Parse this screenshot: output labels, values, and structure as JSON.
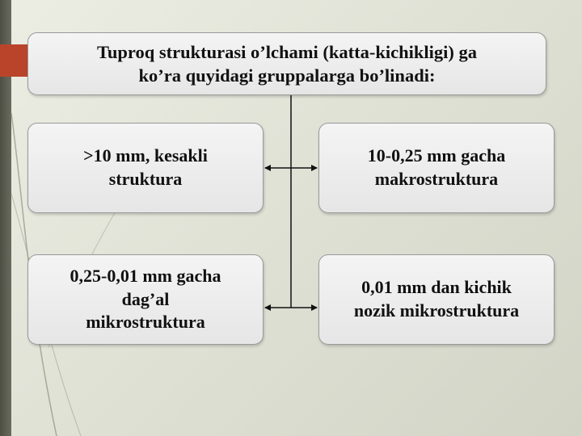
{
  "slide": {
    "header": "Tuproq strukturasi o’lchami (katta-kichikligi) ga\nko’ra quyidagi gruppalarga bo’linadi:",
    "boxes": {
      "top_left": ">10 mm, kesakli\nstruktura",
      "top_right": "10-0,25 mm gacha\nmakrostruktura",
      "bottom_left": "0,25-0,01 mm gacha\ndag’al\nmikrostruktura",
      "bottom_right": "0,01 mm dan kichik\nnozik mikrostruktura"
    }
  },
  "colors": {
    "accent_tab": "#b9442a",
    "left_bar": "#5a5b4f",
    "box_fill": "#eeeeee",
    "box_border": "#9a9a9a",
    "connector": "#111111"
  }
}
